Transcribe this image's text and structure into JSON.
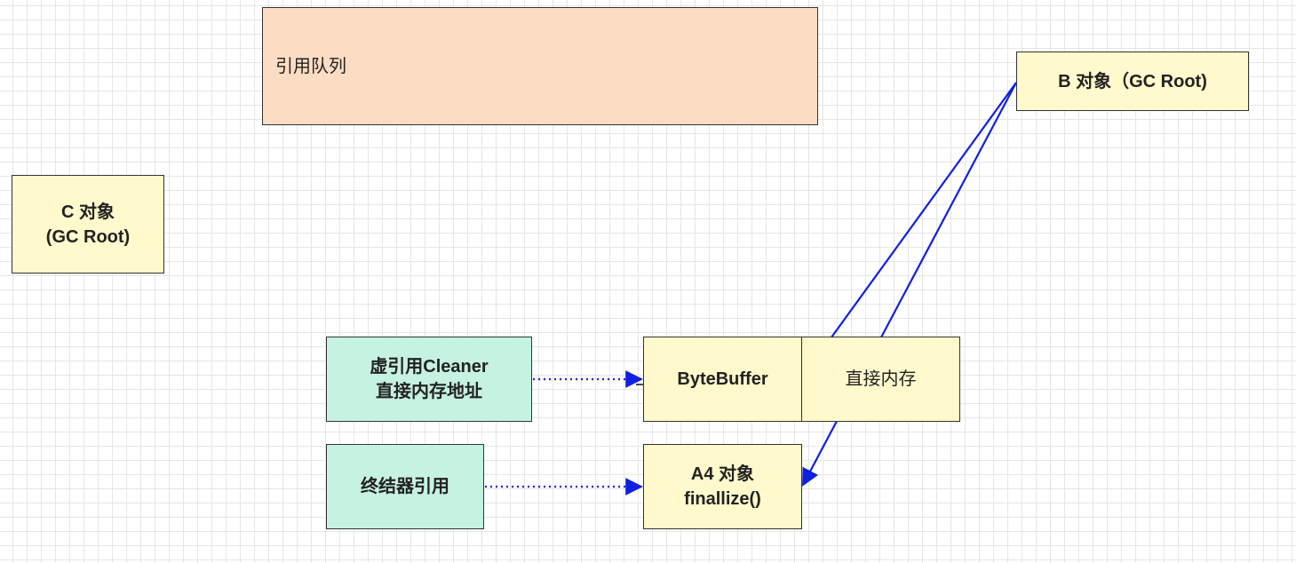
{
  "nodes": {
    "reference_queue": {
      "label": "引用队列",
      "color": "#fddcc4"
    },
    "b_object": {
      "label": "B 对象（GC Root)",
      "color": "#fff9cc"
    },
    "c_object": {
      "line1": "C 对象",
      "line2": "(GC Root)",
      "color": "#fff9cc"
    },
    "cleaner": {
      "line1": "虚引用Cleaner",
      "line2": "直接内存地址",
      "color": "#c6f2e1"
    },
    "bytebuffer": {
      "label": "ByteBuffer",
      "color": "#fff9cc"
    },
    "direct_memory": {
      "label": "直接内存",
      "color": "#fff9cc"
    },
    "finalizer_ref": {
      "label": "终结器引用",
      "color": "#c6f2e1"
    },
    "a4_object": {
      "line1": "A4 对象",
      "line2": "finallize()",
      "color": "#fff9cc"
    }
  },
  "edges": [
    {
      "from": "b_object",
      "to": "bytebuffer",
      "style": "solid",
      "color": "#1020e0"
    },
    {
      "from": "b_object",
      "to": "a4_object",
      "style": "solid",
      "color": "#1020e0"
    },
    {
      "from": "cleaner",
      "to": "bytebuffer",
      "style": "dotted",
      "color": "#1020e0"
    },
    {
      "from": "finalizer_ref",
      "to": "a4_object",
      "style": "dotted",
      "color": "#1020e0"
    }
  ],
  "cursor_icon": "crosshair-icon"
}
